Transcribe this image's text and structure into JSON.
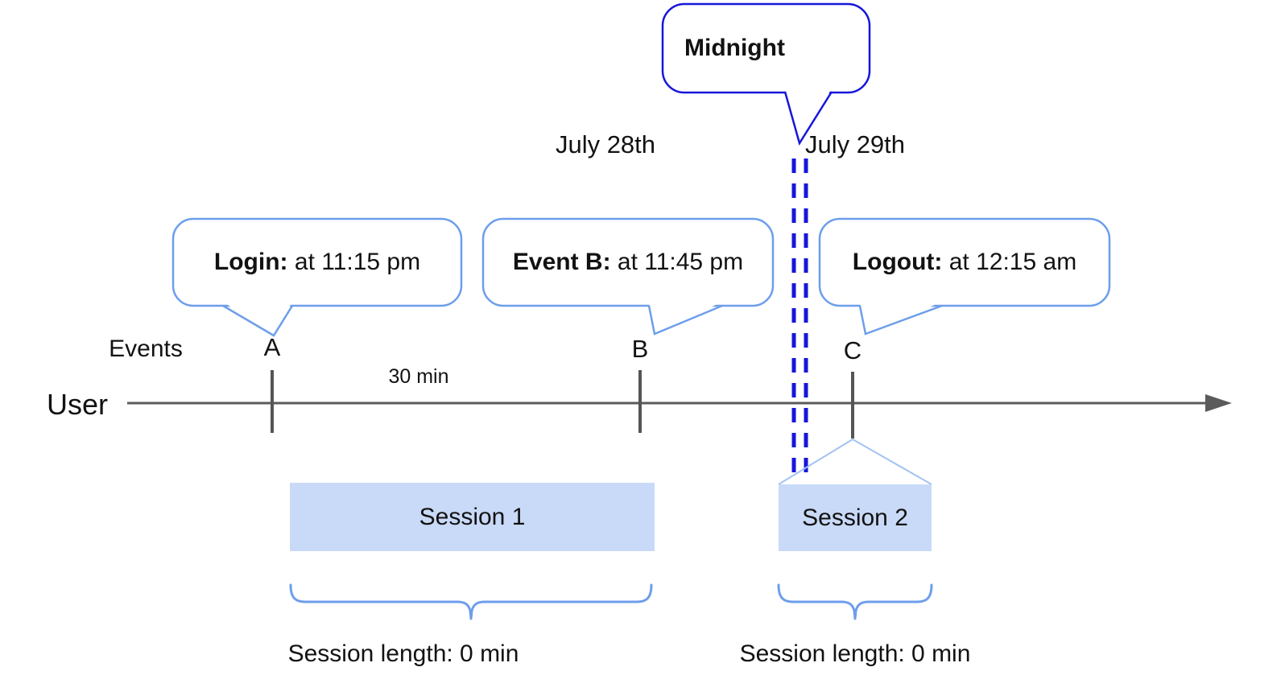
{
  "dates": {
    "left": "July 28th",
    "right": "July 29th"
  },
  "midnight": {
    "label": "Midnight"
  },
  "bubbles": {
    "login": {
      "bold": "Login:",
      "rest": " at 11:15 pm"
    },
    "event_b": {
      "bold": "Event B:",
      "rest": " at 11:45 pm"
    },
    "logout": {
      "bold": "Logout:",
      "rest": " at 12:15 am"
    }
  },
  "timeline": {
    "events_label": "Events",
    "user_label": "User",
    "interval_label": "30 min",
    "marks": [
      "A",
      "B",
      "C"
    ]
  },
  "sessions": [
    {
      "label": "Session 1",
      "length_label": "Session length: 0 min"
    },
    {
      "label": "Session 2",
      "length_label": "Session length: 0 min"
    }
  ],
  "colors": {
    "strong_blue": "#1616dc",
    "accent_blue": "#6d9eeb",
    "roof_blue": "#a4c2f4",
    "session_fill": "#c9daf8",
    "axis_gray": "#5b5b5b",
    "text_black": "#121212"
  }
}
